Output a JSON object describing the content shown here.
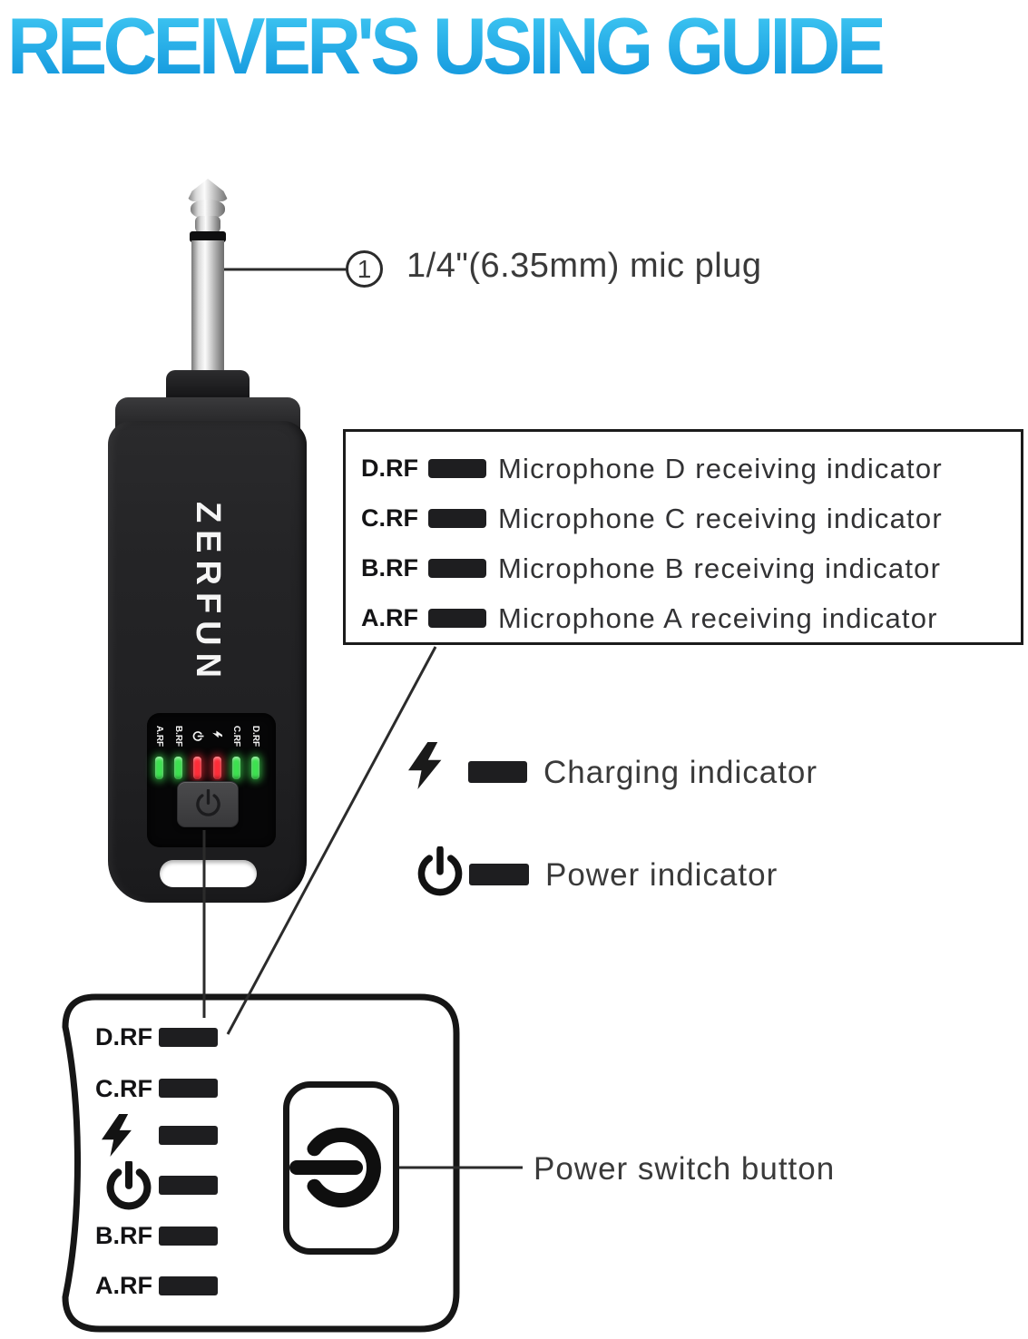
{
  "title": "RECEIVER'S USING GUIDE",
  "colors": {
    "title-top": "#45cdf5",
    "title-bottom": "#0c90da",
    "ink": "#2b2b2b",
    "text": "#3a3a3a",
    "bar": "#1e1e20",
    "led-green": "#3ce24f",
    "led-red": "#ff2c38"
  },
  "device": {
    "brand": "ZERFUN",
    "panel": {
      "columns": [
        {
          "label": "A.RF",
          "led": "green"
        },
        {
          "label": "B.RF",
          "led": "green"
        },
        {
          "icon": "power-icon",
          "led": "red"
        },
        {
          "icon": "charging-icon",
          "led": "red"
        },
        {
          "label": "C.RF",
          "led": "green"
        },
        {
          "label": "D.RF",
          "led": "green"
        }
      ]
    }
  },
  "callouts": {
    "plug": {
      "number": "1",
      "label": "1/4\"(6.35mm) mic plug"
    },
    "rf_box": {
      "rows": [
        {
          "label": "D.RF",
          "desc": "Microphone D receiving indicator"
        },
        {
          "label": "C.RF",
          "desc": "Microphone C receiving indicator"
        },
        {
          "label": "B.RF",
          "desc": "Microphone B receiving indicator"
        },
        {
          "label": "A.RF",
          "desc": "Microphone A receiving indicator"
        }
      ]
    },
    "charging": {
      "label": "Charging indicator"
    },
    "power": {
      "label": "Power indicator"
    },
    "power_switch": {
      "label": "Power switch button"
    }
  },
  "zoom_panel": {
    "rows": [
      {
        "label": "D.RF"
      },
      {
        "label": "C.RF"
      },
      {
        "icon": "charging-icon"
      },
      {
        "icon": "power-icon"
      },
      {
        "label": "B.RF"
      },
      {
        "label": "A.RF"
      }
    ]
  }
}
